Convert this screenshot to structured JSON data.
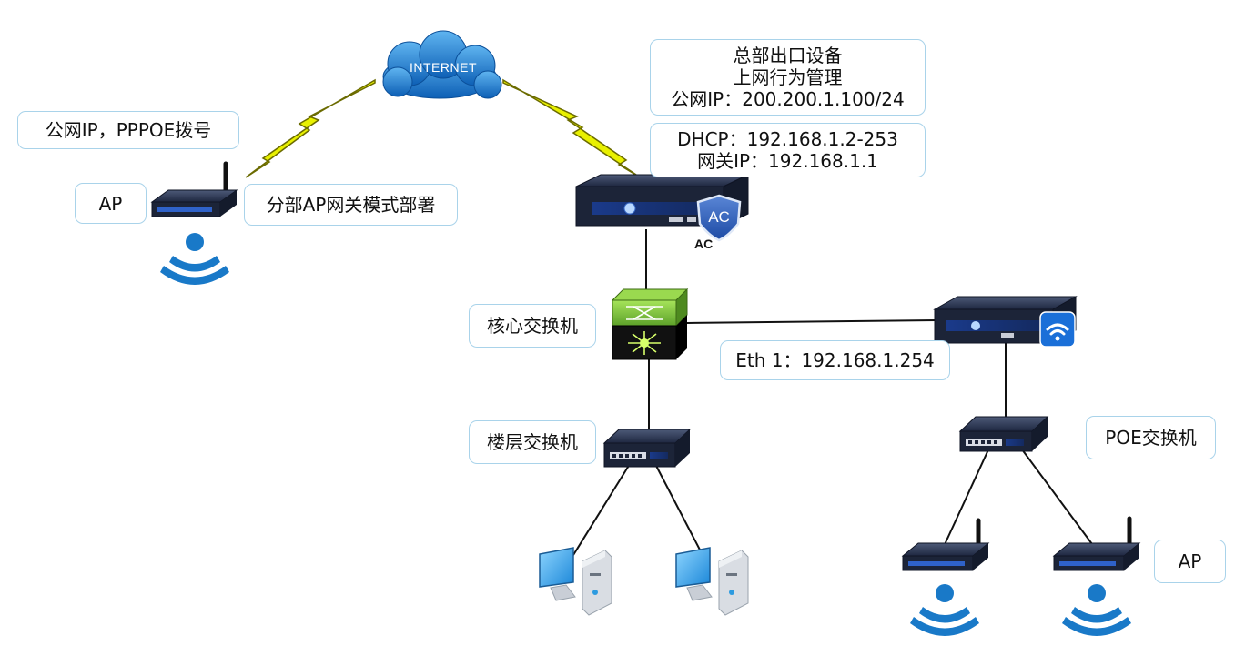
{
  "cloud": {
    "label": "INTERNET"
  },
  "labels": {
    "branch_public_ip": "公网IP，PPPOE拨号",
    "branch_ap": "AP",
    "branch_mode": "分部AP网关模式部署",
    "hq_line1": "总部出口设备",
    "hq_line2": "上网行为管理",
    "hq_line3": "公网IP：200.200.1.100/24",
    "dhcp_line1": "DHCP：192.168.1.2-253",
    "dhcp_line2": "网关IP：192.168.1.1",
    "ac_badge": "AC",
    "ac_caption": "AC",
    "core_switch": "核心交换机",
    "eth1": "Eth 1：192.168.1.254",
    "floor_switch": "楼层交换机",
    "poe_switch": "POE交换机",
    "right_ap": "AP"
  },
  "colors": {
    "label_border": "#a9d3ea",
    "cloud": "#1f7fd0",
    "lightning": "#e8f000",
    "device_body": "#1c2438",
    "device_accent": "#2f62c9",
    "wifi": "#1979c8",
    "core_switch_top": "#7fc93c",
    "monitor": "#2d9be0"
  }
}
